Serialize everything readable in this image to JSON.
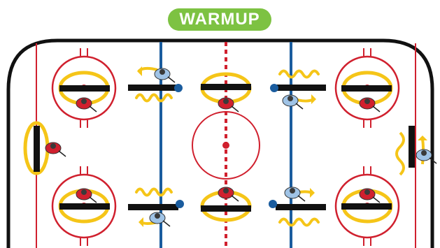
{
  "title": "WARMUP",
  "colors": {
    "badge": "#7dc242",
    "board": "#111111",
    "red_line": "#d0202e",
    "blue_line": "#1a5c9e",
    "drill_path": "#f5c518",
    "station_bar": "#111111",
    "jersey_red": "#d0202e",
    "jersey_blue": "#9fc3e6"
  },
  "diagram": {
    "rink": "hockey-rink-half-ice-view",
    "stations": [
      {
        "name": "top-left-faceoff-circle",
        "player": "red"
      },
      {
        "name": "bottom-left-faceoff-circle",
        "player": "red"
      },
      {
        "name": "top-right-faceoff-circle",
        "player": "red"
      },
      {
        "name": "bottom-right-faceoff-circle",
        "player": "red"
      },
      {
        "name": "top-center",
        "player": "red"
      },
      {
        "name": "bottom-center",
        "player": "red"
      },
      {
        "name": "left-goal",
        "player": "red"
      },
      {
        "name": "right-goal",
        "player": "blue"
      },
      {
        "name": "top-left-blueline",
        "player": "blue"
      },
      {
        "name": "bottom-left-blueline",
        "player": "blue"
      },
      {
        "name": "top-right-blueline",
        "player": "blue"
      },
      {
        "name": "bottom-right-blueline",
        "player": "blue"
      }
    ]
  }
}
